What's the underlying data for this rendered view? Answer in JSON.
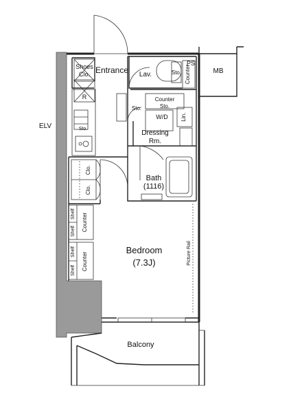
{
  "labels": {
    "elv": "ELV",
    "mb": "MB",
    "ps": "PS",
    "shoes_clo_1": "Shoes",
    "shoes_clo_2": "Clo.",
    "entrance": "Entrance",
    "lav": "Lav.",
    "sto_toilet": "Sto.",
    "counter_toilet": "Counter",
    "r": "R",
    "sto_kitchen": "Sto.",
    "sto_small": "Sto.",
    "counter_sto_1": "Counter",
    "counter_sto_2": "Sto.",
    "wd": "W/D",
    "lin": "Lin.",
    "dressing_1": "Dressing",
    "dressing_2": "Rm.",
    "bath_1": "Bath",
    "bath_2": "(1116)",
    "clo_1": "Clo.",
    "clo_2": "Clo.",
    "shelf_1": "Shelf",
    "shelf_2": "Shelf",
    "counter_1": "Counter",
    "shelf_3": "Shelf",
    "shelf_4": "Shelf",
    "counter_2": "Counter",
    "bedroom_1": "Bedroom",
    "bedroom_2": "(7.3J)",
    "picture_rail": "Picture Rail",
    "balcony": "Balcony"
  }
}
